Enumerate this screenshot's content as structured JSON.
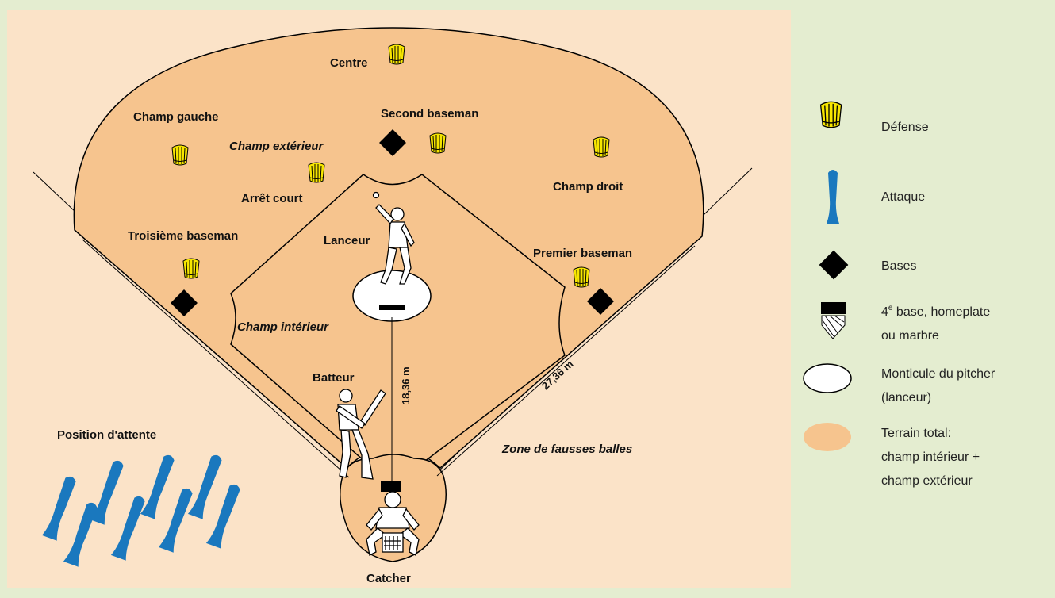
{
  "field_labels": {
    "centre": "Centre",
    "champ_gauche": "Champ gauche",
    "second_baseman": "Second baseman",
    "champ_exterieur": "Champ extérieur",
    "champ_droit": "Champ droit",
    "arret_court": "Arrêt court",
    "troisieme_baseman": "Troisième baseman",
    "lanceur": "Lanceur",
    "premier_baseman": "Premier baseman",
    "champ_interieur": "Champ intérieur",
    "batteur": "Batteur",
    "position_attente": "Position d'attente",
    "zone_fausses_balles": "Zone de fausses balles",
    "catcher": "Catcher",
    "dim_pitch": "18,36 m",
    "dim_base": "27,36 m"
  },
  "legend": {
    "defense": "Défense",
    "attaque": "Attaque",
    "bases": "Bases",
    "homeplate_sup": "e",
    "homeplate_line1_a": "4",
    "homeplate_line1_b": " base, homeplate",
    "homeplate_line2": "ou marbre",
    "monticule_line1": "Monticule du pitcher",
    "monticule_line2": "(lanceur)",
    "terrain_line1": "Terrain total:",
    "terrain_line2": "champ intérieur +",
    "terrain_line3": "champ extérieur"
  },
  "colors": {
    "background": "#e4edd0",
    "panel": "#fbe3c8",
    "field": "#f6c48e",
    "defense_icon": "#f7e600",
    "attack_icon": "#1a78be",
    "base": "#000000"
  }
}
